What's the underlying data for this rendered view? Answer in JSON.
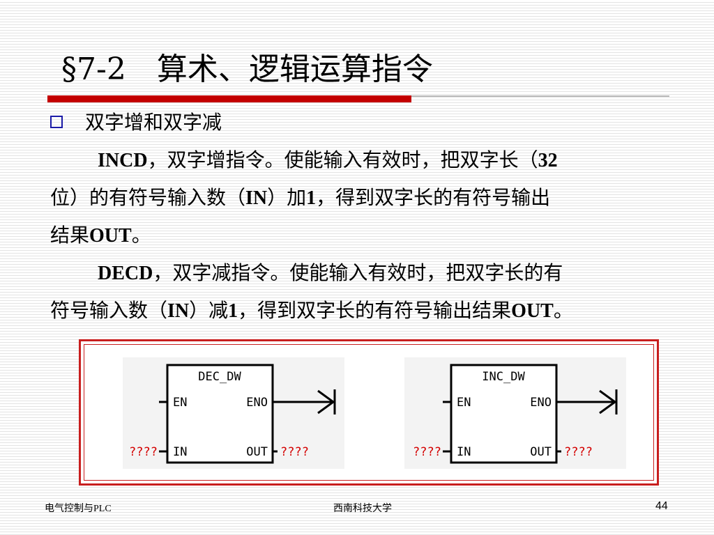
{
  "slide": {
    "title": "§7-2　算术、逻辑运算指令",
    "bullet": "双字增和双字减",
    "lines": [
      [
        {
          "text": "INCD",
          "bold": true
        },
        {
          "text": "，双字增指令。使能输入有效时，把双字长（",
          "bold": false
        },
        {
          "text": "32",
          "bold": true
        }
      ],
      [
        {
          "text": "位）的有符号输入数（",
          "bold": false
        },
        {
          "text": "IN",
          "bold": true
        },
        {
          "text": "）加",
          "bold": false
        },
        {
          "text": "1",
          "bold": true
        },
        {
          "text": "，得到双字长的有符号输出",
          "bold": false
        }
      ],
      [
        {
          "text": "结果",
          "bold": false
        },
        {
          "text": "OUT",
          "bold": true
        },
        {
          "text": "。",
          "bold": false
        }
      ],
      [
        {
          "text": "DECD",
          "bold": true
        },
        {
          "text": "，双字减指令。使能输入有效时，把双字长的有",
          "bold": false
        }
      ],
      [
        {
          "text": "符号输入数（",
          "bold": false
        },
        {
          "text": "IN",
          "bold": true
        },
        {
          "text": "）减",
          "bold": false
        },
        {
          "text": "1",
          "bold": true
        },
        {
          "text": "，得到双字长的有符号输出结果",
          "bold": false
        },
        {
          "text": "OUT",
          "bold": true
        },
        {
          "text": "。",
          "bold": false
        }
      ]
    ]
  },
  "diagram": {
    "blocks": [
      {
        "name": "DEC_DW",
        "en": "EN",
        "eno": "ENO",
        "in": "IN",
        "out": "OUT",
        "in_operand": "????",
        "out_operand": "????"
      },
      {
        "name": "INC_DW",
        "en": "EN",
        "eno": "ENO",
        "in": "IN",
        "out": "OUT",
        "in_operand": "????",
        "out_operand": "????"
      }
    ]
  },
  "footer": {
    "left": "电气控制与PLC",
    "center": "西南科技大学",
    "page": "44"
  },
  "colors": {
    "title_rule": "#c40000",
    "frame": "#c81e1e",
    "operand": "#d40000",
    "bullet": "#1a1aa6"
  }
}
